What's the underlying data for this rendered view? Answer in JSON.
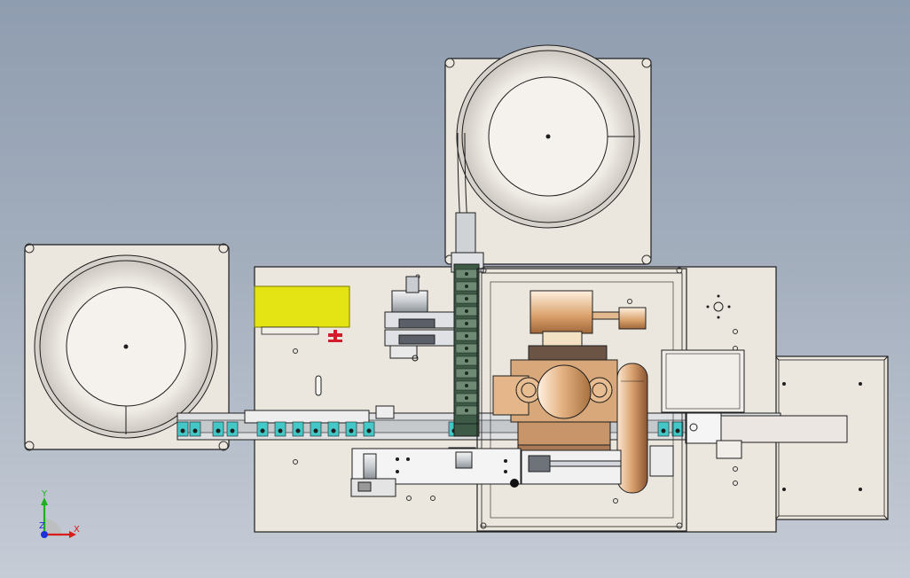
{
  "axis_triad": {
    "y_label": "Y",
    "z_label": "Z",
    "x_label": "X",
    "x_color": "#d81c1c",
    "y_color": "#19b21b",
    "z_color": "#1b2fd6"
  },
  "colors": {
    "plate": "#ebe6de",
    "line": "#1e1e1e",
    "bowl": "#f1eee9",
    "yellow_block": "#e4e313",
    "teal_rail": "#43c7c7",
    "dark_green": "#3c5a46",
    "bronze": "#d9a06b",
    "red_part": "#d31c2c"
  },
  "components": [
    "feeder-bowl-left",
    "feeder-bowl-top",
    "main-base-plate",
    "discharge-chute-plate",
    "yellow-control-box",
    "linear-feed-rail",
    "vertical-feed-track",
    "gearbox-motor-assembly",
    "pneumatic-cylinder"
  ]
}
